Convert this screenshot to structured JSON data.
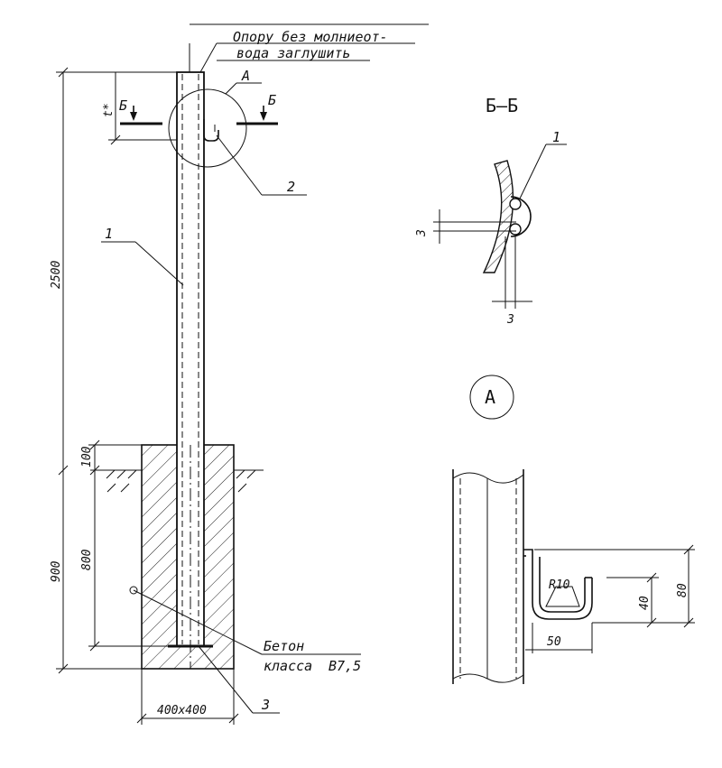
{
  "notes": {
    "lightning_line1": "Опору без молниеот-",
    "lightning_line2": "вода заглушить",
    "concrete_line1": "Бетон",
    "concrete_line2": "класса",
    "concrete_class": "B7,5"
  },
  "markers": {
    "item1": "1",
    "item2": "2",
    "item3": "3",
    "view_a": "А",
    "section_left": "Б",
    "section_right": "Б",
    "section_title": "Б–Б",
    "detail_a": "А"
  },
  "dimensions": {
    "total_height": "2500",
    "t_star": "t*",
    "above_ground": "100",
    "depth_800": "800",
    "depth_900": "900",
    "foundation": "400x400",
    "section_gap_v": "3",
    "section_gap_h": "3",
    "radius": "R10",
    "hook_40": "40",
    "hook_80": "80",
    "hook_50": "50"
  }
}
